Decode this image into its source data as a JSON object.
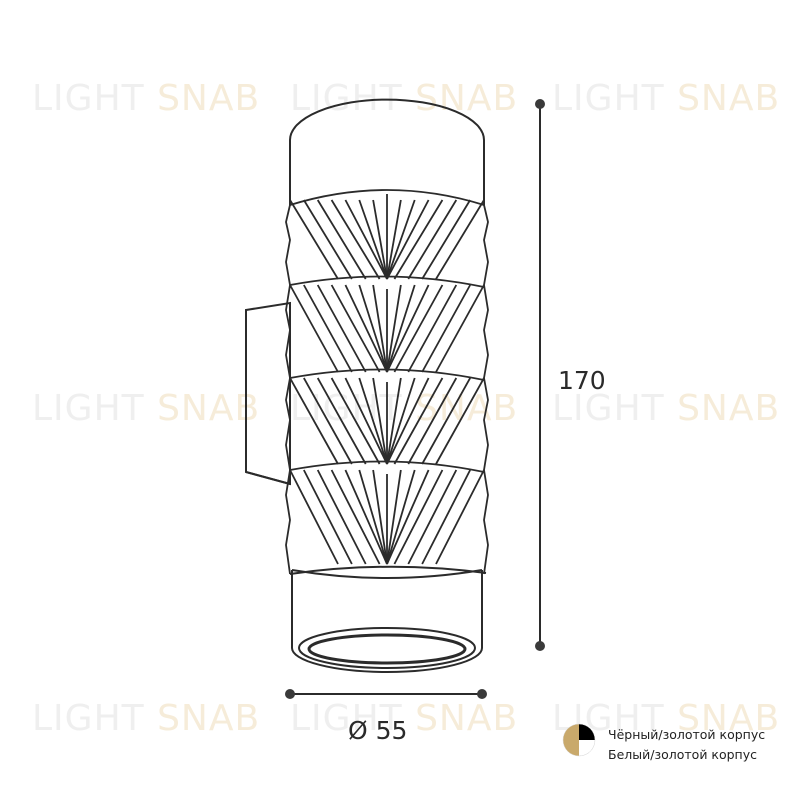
{
  "watermark": {
    "part1": "LIGHT ",
    "part2": "SNAB"
  },
  "dimensions": {
    "height": "170",
    "diameter": "Ø 55"
  },
  "legend": {
    "items": [
      {
        "label": "Чёрный/золотой корпус",
        "colors": [
          "#000000",
          "#c9a96b"
        ]
      },
      {
        "label": "Белый/золотой корпус",
        "colors": [
          "#ffffff",
          "#c9a96b"
        ]
      }
    ]
  },
  "colors": {
    "line": "#2b2b2b",
    "gold": "#c9a96b",
    "dot": "#3a3a3a"
  }
}
